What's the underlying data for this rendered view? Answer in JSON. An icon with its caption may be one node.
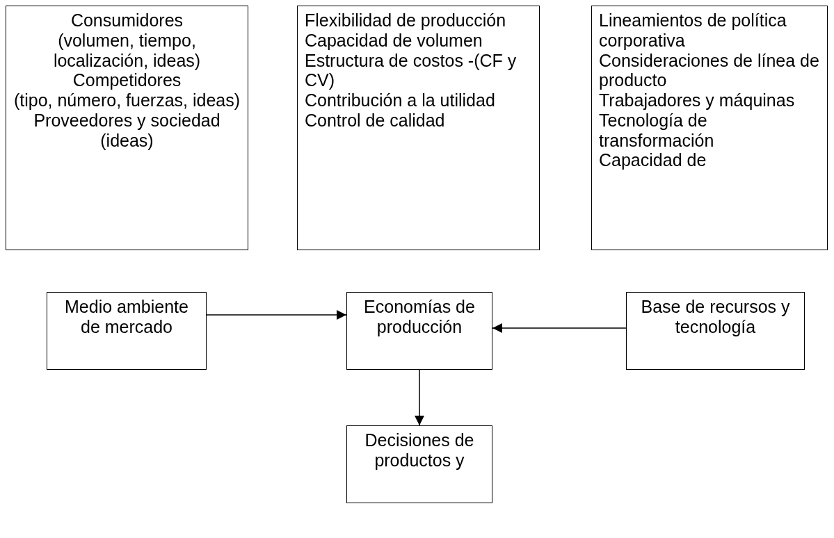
{
  "diagram": {
    "nodes": [
      {
        "text": [
          "Consumidores",
          "(volumen, tiempo, localización, ideas)",
          "Competidores",
          "(tipo, número, fuerzas, ideas)",
          "Proveedores y sociedad (ideas)"
        ]
      },
      {
        "text": [
          "Flexibilidad de producción",
          "Capacidad de volumen",
          "Estructura de costos -(CF y CV)",
          "Contribución a la utilidad",
          "Control de calidad"
        ]
      },
      {
        "text": [
          "Lineamientos de política corporativa",
          "Consideraciones de línea de producto",
          "Trabajadores y máquinas",
          "Tecnología de transformación",
          "Capacidad de"
        ]
      },
      {
        "text": [
          "Medio ambiente de mercado"
        ]
      },
      {
        "text": [
          "Economías de producción"
        ]
      },
      {
        "text": [
          "Base de recursos y tecnología"
        ]
      },
      {
        "text": [
          "Decisiones de productos y"
        ]
      }
    ],
    "edges": [
      {
        "from": 3,
        "to": 4,
        "arrow": "to"
      },
      {
        "from": 5,
        "to": 4,
        "arrow": "to"
      },
      {
        "from": 4,
        "to": 6,
        "arrow": "to"
      }
    ]
  }
}
